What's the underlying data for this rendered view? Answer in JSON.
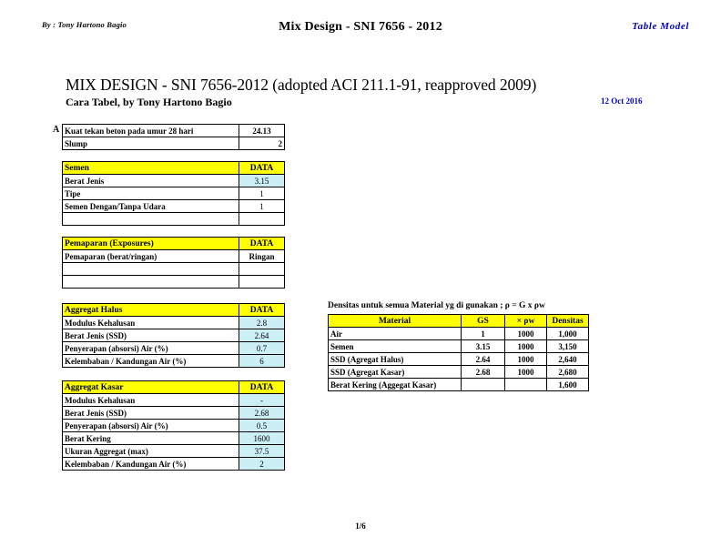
{
  "header": {
    "author": "By : Tony Hartono Bagio",
    "center_title": "Mix Design - SNI 7656 - 2012",
    "right_label": "Table  Model"
  },
  "title": {
    "main": "MIX DESIGN - SNI 7656-2012 (adopted ACI 211.1-91, reapproved 2009)",
    "sub": "Cara Tabel, by Tony Hartono Bagio",
    "date": "12 Oct 2016",
    "date_color": "#0000CC"
  },
  "section_a": {
    "letter": "A",
    "rows": [
      {
        "label": "Kuat tekan beton pada umur 28 hari",
        "value": "24.13"
      },
      {
        "label": "Slump",
        "value": "2"
      }
    ]
  },
  "semen": {
    "header_label": "Semen",
    "header_data": "DATA",
    "rows": [
      {
        "label": "Berat Jenis",
        "value": "3.15",
        "fill": "blue"
      },
      {
        "label": "Tipe",
        "value": "1",
        "fill": "white"
      },
      {
        "label": "Semen Dengan/Tanpa Udara",
        "value": "1",
        "fill": "white"
      },
      {
        "label": "",
        "value": "",
        "fill": "white"
      }
    ]
  },
  "pemaparan": {
    "header_label": "Pemaparan (Exposures)",
    "header_data": "DATA",
    "rows": [
      {
        "label": "Pemaparan (berat/ringan)",
        "value": "Ringan",
        "fill": "white"
      },
      {
        "label": "",
        "value": "",
        "fill": "white"
      },
      {
        "label": "",
        "value": "",
        "fill": "white"
      }
    ]
  },
  "aggregat_halus": {
    "header_label": "Aggregat Halus",
    "header_data": "DATA",
    "rows": [
      {
        "label": "Modulus Kehalusan",
        "value": "2.8",
        "fill": "blue"
      },
      {
        "label": "Berat Jenis (SSD)",
        "value": "2.64",
        "fill": "blue"
      },
      {
        "label": "Penyerapan (absorsi) Air (%)",
        "value": "0.7",
        "fill": "blue"
      },
      {
        "label": "Kelembaban / Kandungan Air (%)",
        "value": "6",
        "fill": "blue"
      }
    ]
  },
  "aggregat_kasar": {
    "header_label": "Aggregat Kasar",
    "header_data": "DATA",
    "rows": [
      {
        "label": "Modulus Kehalusan",
        "value": "-",
        "fill": "blue"
      },
      {
        "label": "Berat Jenis (SSD)",
        "value": "2.68",
        "fill": "blue"
      },
      {
        "label": "Penyerapan (absorsi) Air (%)",
        "value": "0.5",
        "fill": "blue"
      },
      {
        "label": "Berat Kering",
        "value": "1600",
        "fill": "blue"
      },
      {
        "label": "Ukuran Aggregat (max)",
        "value": "37.5",
        "fill": "blue"
      },
      {
        "label": "Kelembaban / Kandungan Air (%)",
        "value": "2",
        "fill": "blue"
      }
    ]
  },
  "densitas": {
    "caption": "Densitas untuk semua Material yg di gunakan ; ρ = G x ρw",
    "columns": [
      "Material",
      "GS",
      "× ρw",
      "Densitas"
    ],
    "rows": [
      {
        "material": "Air",
        "gs": "1",
        "pw": "1000",
        "densitas": "1,000"
      },
      {
        "material": "Semen",
        "gs": "3.15",
        "pw": "1000",
        "densitas": "3,150"
      },
      {
        "material": "SSD (Agregat Halus)",
        "gs": "2.64",
        "pw": "1000",
        "densitas": "2,640"
      },
      {
        "material": "SSD (Agregat Kasar)",
        "gs": "2.68",
        "pw": "1000",
        "densitas": "2,680"
      },
      {
        "material": "Berat Kering (Aggegat Kasar)",
        "gs": "",
        "pw": "",
        "densitas": "1,600"
      }
    ]
  },
  "footer": {
    "page": "1/6"
  },
  "colors": {
    "header_yellow": "#FFFF00",
    "data_blue": "#CCEEF5",
    "accent_blue_text": "#0000CC"
  }
}
